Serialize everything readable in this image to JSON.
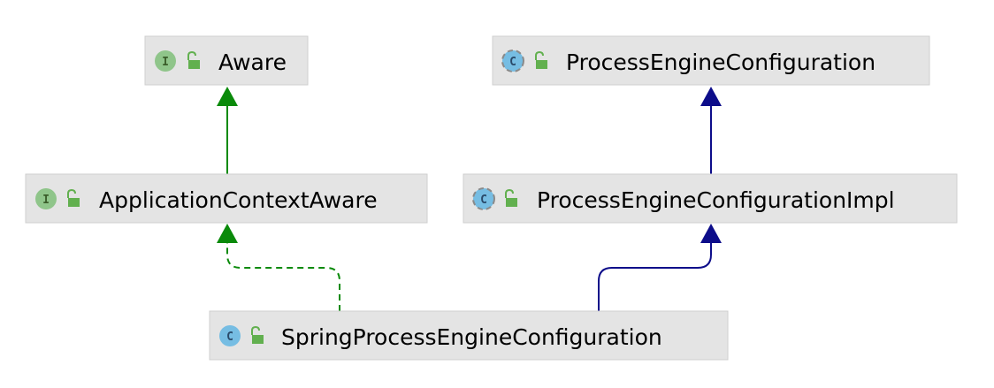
{
  "colors": {
    "node_fill": "#e4e4e4",
    "node_border": "#cfcfcf",
    "interface_badge": "#8fc58a",
    "class_badge": "#76bde3",
    "lock_green": "#62b04f",
    "interface_edge": "#0a8a0a",
    "class_edge": "#0d0d8a"
  },
  "nodes": {
    "aware": {
      "label": "Aware",
      "kind": "interface",
      "badge": "I",
      "icon": "interface-icon"
    },
    "process_engine_configuration": {
      "label": "ProcessEngineConfiguration",
      "kind": "abstract-class",
      "badge": "C",
      "icon": "abstract-class-icon"
    },
    "application_context_aware": {
      "label": "ApplicationContextAware",
      "kind": "interface",
      "badge": "I",
      "icon": "interface-icon"
    },
    "process_engine_configuration_impl": {
      "label": "ProcessEngineConfigurationImpl",
      "kind": "abstract-class",
      "badge": "C",
      "icon": "abstract-class-icon"
    },
    "spring_process_engine_configuration": {
      "label": "SpringProcessEngineConfiguration",
      "kind": "class",
      "badge": "C",
      "icon": "class-icon"
    }
  },
  "edges": [
    {
      "from": "application_context_aware",
      "to": "aware",
      "type": "extends"
    },
    {
      "from": "process_engine_configuration_impl",
      "to": "process_engine_configuration",
      "type": "extends"
    },
    {
      "from": "spring_process_engine_configuration",
      "to": "application_context_aware",
      "type": "implements"
    },
    {
      "from": "spring_process_engine_configuration",
      "to": "process_engine_configuration_impl",
      "type": "extends"
    }
  ]
}
